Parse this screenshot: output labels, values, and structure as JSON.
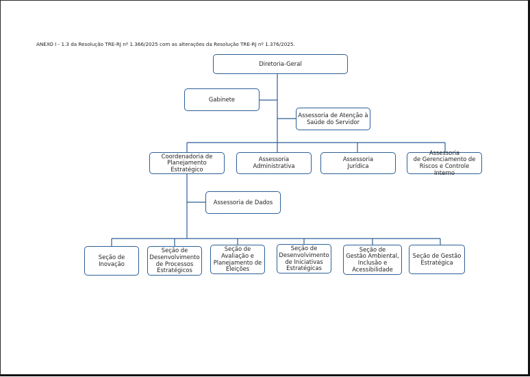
{
  "header": {
    "text": "ANEXO I - 1.3 da Resolução TRE-RJ nº 1.366/2025 com as alterações da Resolução TRE-RJ nº 1.376/2025."
  },
  "chart": {
    "units": {
      "diretoria": "Diretoria-Geral",
      "gabinete": "Gabinete",
      "assessoria_saude": "Assessoria de Atenção à\nSaúde do Servidor",
      "coordenadoria": "Coordenadoria de\nPlanejamento\nEstratégico",
      "assessoria_administrativa": "Assessoria\nAdministrativa",
      "assessoria_juridica": "Assessoria\nJurídica",
      "assessoria_riscos": "Assessoria\nde Gerenciamento de\nRiscos e Controle Interno",
      "assessoria_dados": "Assessoria de Dados",
      "secao_inovacao": "Seção de\nInovação",
      "secao_processos": "Seção de\nDesenvolvimento\nde Processos\nEstratégicos",
      "secao_eleicoes": "Seção de\nAvaliação e\nPlanejamento de\nEleições",
      "secao_iniciativas": "Seção de\nDesenvolvimento\nde Iniciativas\nEstratégicas",
      "secao_ambiental": "Seção de\nGestão Ambiental,\nInclusão e\nAcessibilidade",
      "secao_gestao": "Seção de Gestão\nEstratégica"
    },
    "colors": {
      "box_border": "#2a5e96",
      "connector": "#2a5e96"
    }
  }
}
